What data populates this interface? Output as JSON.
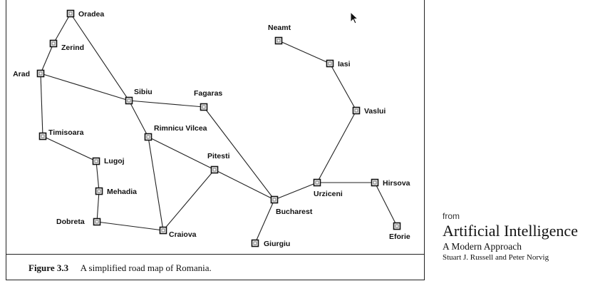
{
  "figure": {
    "caption_label": "Figure 3.3",
    "caption_text": "A simplified road map of Romania."
  },
  "credit": {
    "from": "from",
    "title": "Artificial Intelligence",
    "subtitle": "A Modern Approach",
    "authors": "Stuart J. Russell and Peter Norvig"
  },
  "cities": [
    {
      "id": "oradea",
      "name": "Oradea"
    },
    {
      "id": "zerind",
      "name": "Zerind"
    },
    {
      "id": "arad",
      "name": "Arad"
    },
    {
      "id": "sibiu",
      "name": "Sibiu"
    },
    {
      "id": "fagaras",
      "name": "Fagaras"
    },
    {
      "id": "timisoara",
      "name": "Timisoara"
    },
    {
      "id": "rimnicu",
      "name": "Rimnicu Vilcea"
    },
    {
      "id": "lugoj",
      "name": "Lugoj"
    },
    {
      "id": "pitesti",
      "name": "Pitesti"
    },
    {
      "id": "mehadia",
      "name": "Mehadia"
    },
    {
      "id": "dobreta",
      "name": "Dobreta"
    },
    {
      "id": "craiova",
      "name": "Craiova"
    },
    {
      "id": "bucharest",
      "name": "Bucharest"
    },
    {
      "id": "giurgiu",
      "name": "Giurgiu"
    },
    {
      "id": "urziceni",
      "name": "Urziceni"
    },
    {
      "id": "hirsova",
      "name": "Hirsova"
    },
    {
      "id": "eforie",
      "name": "Eforie"
    },
    {
      "id": "vaslui",
      "name": "Vaslui"
    },
    {
      "id": "iasi",
      "name": "Iasi"
    },
    {
      "id": "neamt",
      "name": "Neamt"
    }
  ],
  "roads": [
    [
      "oradea",
      "zerind"
    ],
    [
      "oradea",
      "sibiu"
    ],
    [
      "zerind",
      "arad"
    ],
    [
      "arad",
      "sibiu"
    ],
    [
      "arad",
      "timisoara"
    ],
    [
      "timisoara",
      "lugoj"
    ],
    [
      "lugoj",
      "mehadia"
    ],
    [
      "mehadia",
      "dobreta"
    ],
    [
      "dobreta",
      "craiova"
    ],
    [
      "sibiu",
      "fagaras"
    ],
    [
      "sibiu",
      "rimnicu"
    ],
    [
      "rimnicu",
      "pitesti"
    ],
    [
      "rimnicu",
      "craiova"
    ],
    [
      "craiova",
      "pitesti"
    ],
    [
      "pitesti",
      "bucharest"
    ],
    [
      "fagaras",
      "bucharest"
    ],
    [
      "bucharest",
      "giurgiu"
    ],
    [
      "bucharest",
      "urziceni"
    ],
    [
      "urziceni",
      "hirsova"
    ],
    [
      "hirsova",
      "eforie"
    ],
    [
      "urziceni",
      "vaslui"
    ],
    [
      "vaslui",
      "iasi"
    ],
    [
      "iasi",
      "neamt"
    ]
  ]
}
